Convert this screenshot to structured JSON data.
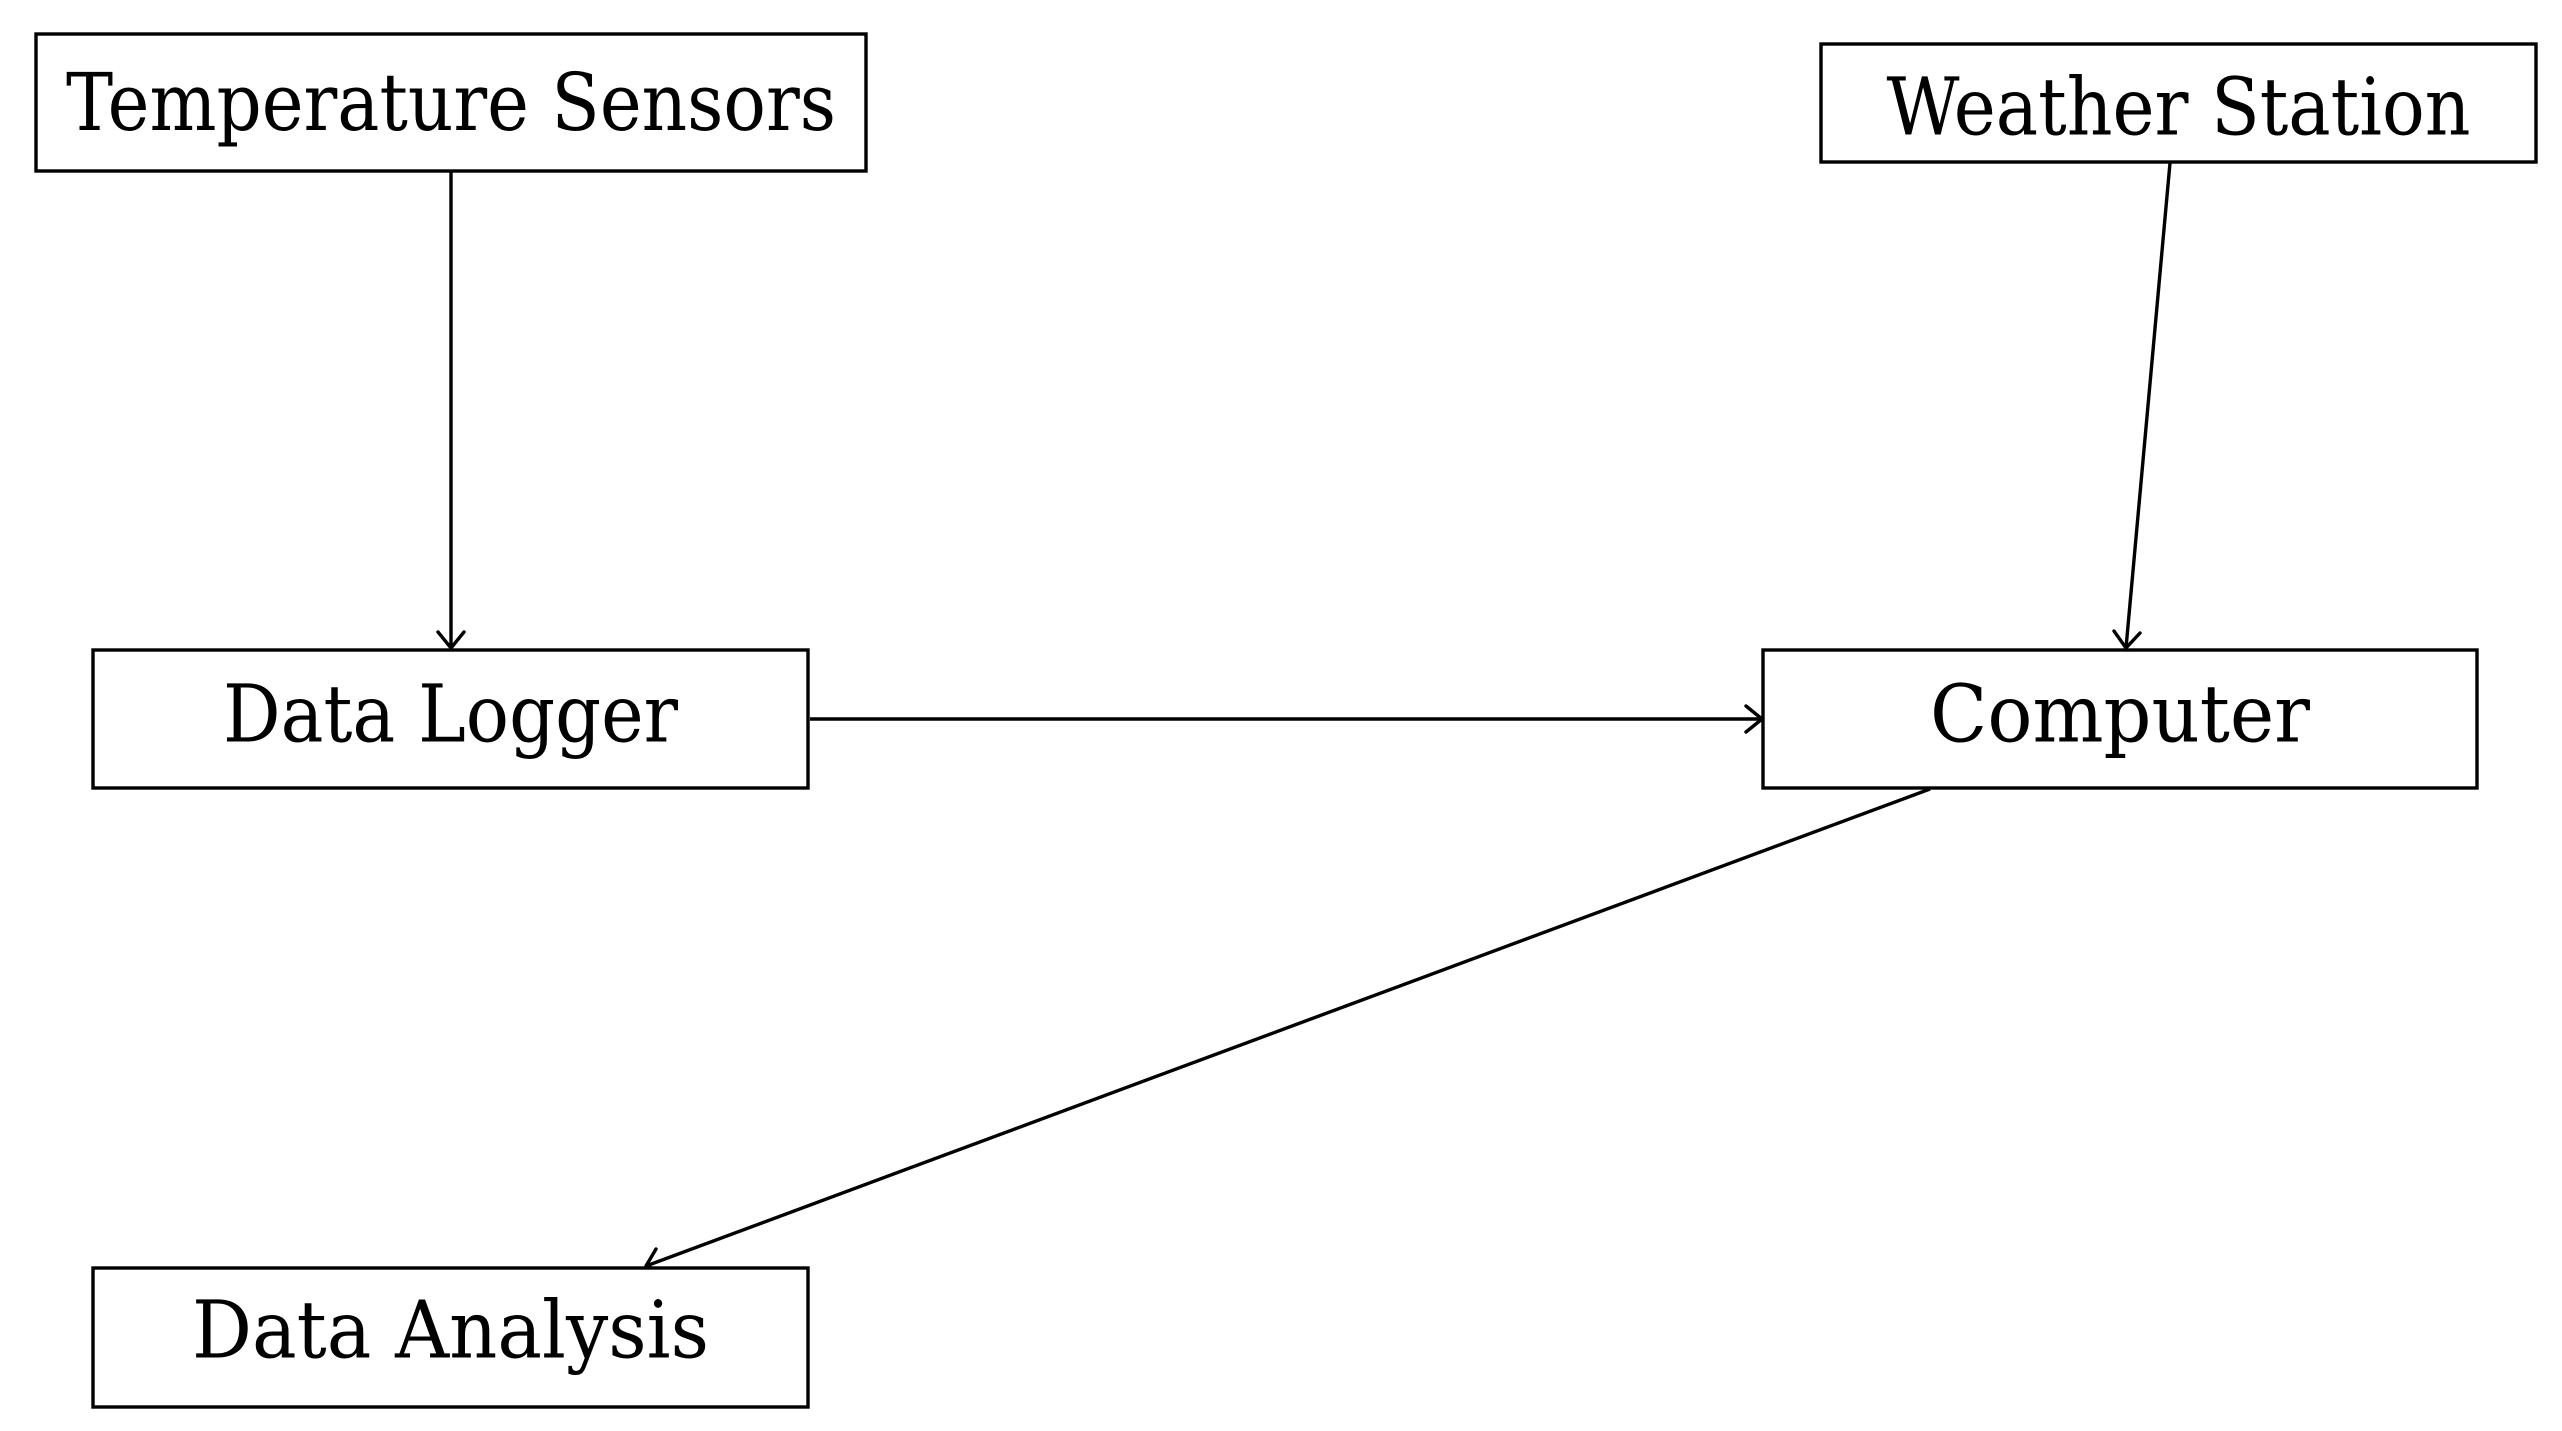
{
  "diagram": {
    "nodes": {
      "temperature_sensors": {
        "label": "Temperature Sensors"
      },
      "weather_station": {
        "label": "Weather Station"
      },
      "data_logger": {
        "label": "Data Logger"
      },
      "computer": {
        "label": "Computer"
      },
      "data_analysis": {
        "label": "Data Analysis"
      }
    },
    "edges": [
      {
        "from": "temperature_sensors",
        "to": "data_logger"
      },
      {
        "from": "weather_station",
        "to": "computer"
      },
      {
        "from": "data_logger",
        "to": "computer"
      },
      {
        "from": "computer",
        "to": "data_analysis"
      }
    ]
  }
}
